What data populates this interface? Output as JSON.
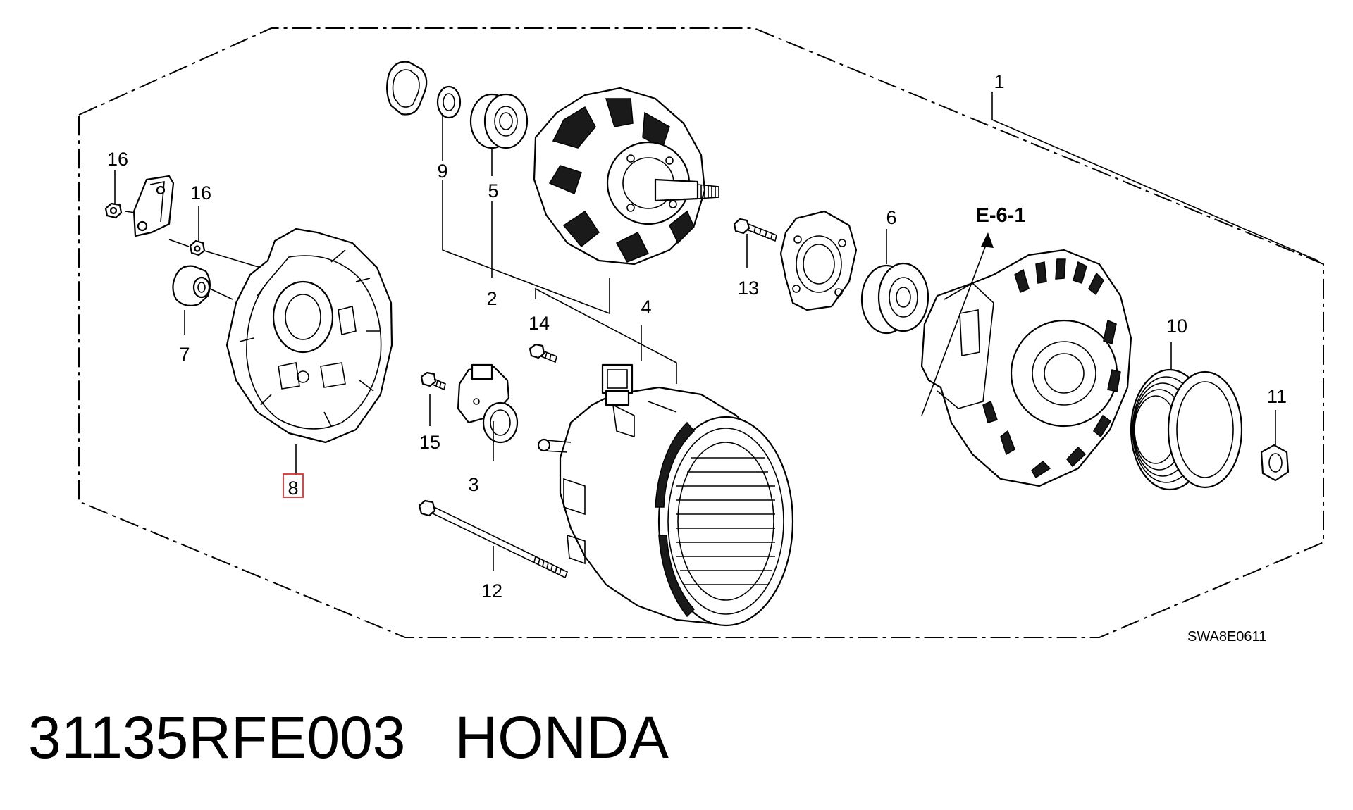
{
  "diagram": {
    "callout_labels": {
      "p1": "1",
      "p2": "2",
      "p3": "3",
      "p4": "4",
      "p5": "5",
      "p6": "6",
      "p7": "7",
      "p8": "8",
      "p9": "9",
      "p10": "10",
      "p11": "11",
      "p12": "12",
      "p13": "13",
      "p14": "14",
      "p15": "15",
      "p16a": "16",
      "p16b": "16"
    },
    "group_reference": "E-6-1",
    "drawing_code": "SWA8E0611",
    "highlighted_part": "8",
    "highlight_color": "#e03030"
  },
  "caption": {
    "part_number": "31135RFE003",
    "brand": "HONDA"
  }
}
